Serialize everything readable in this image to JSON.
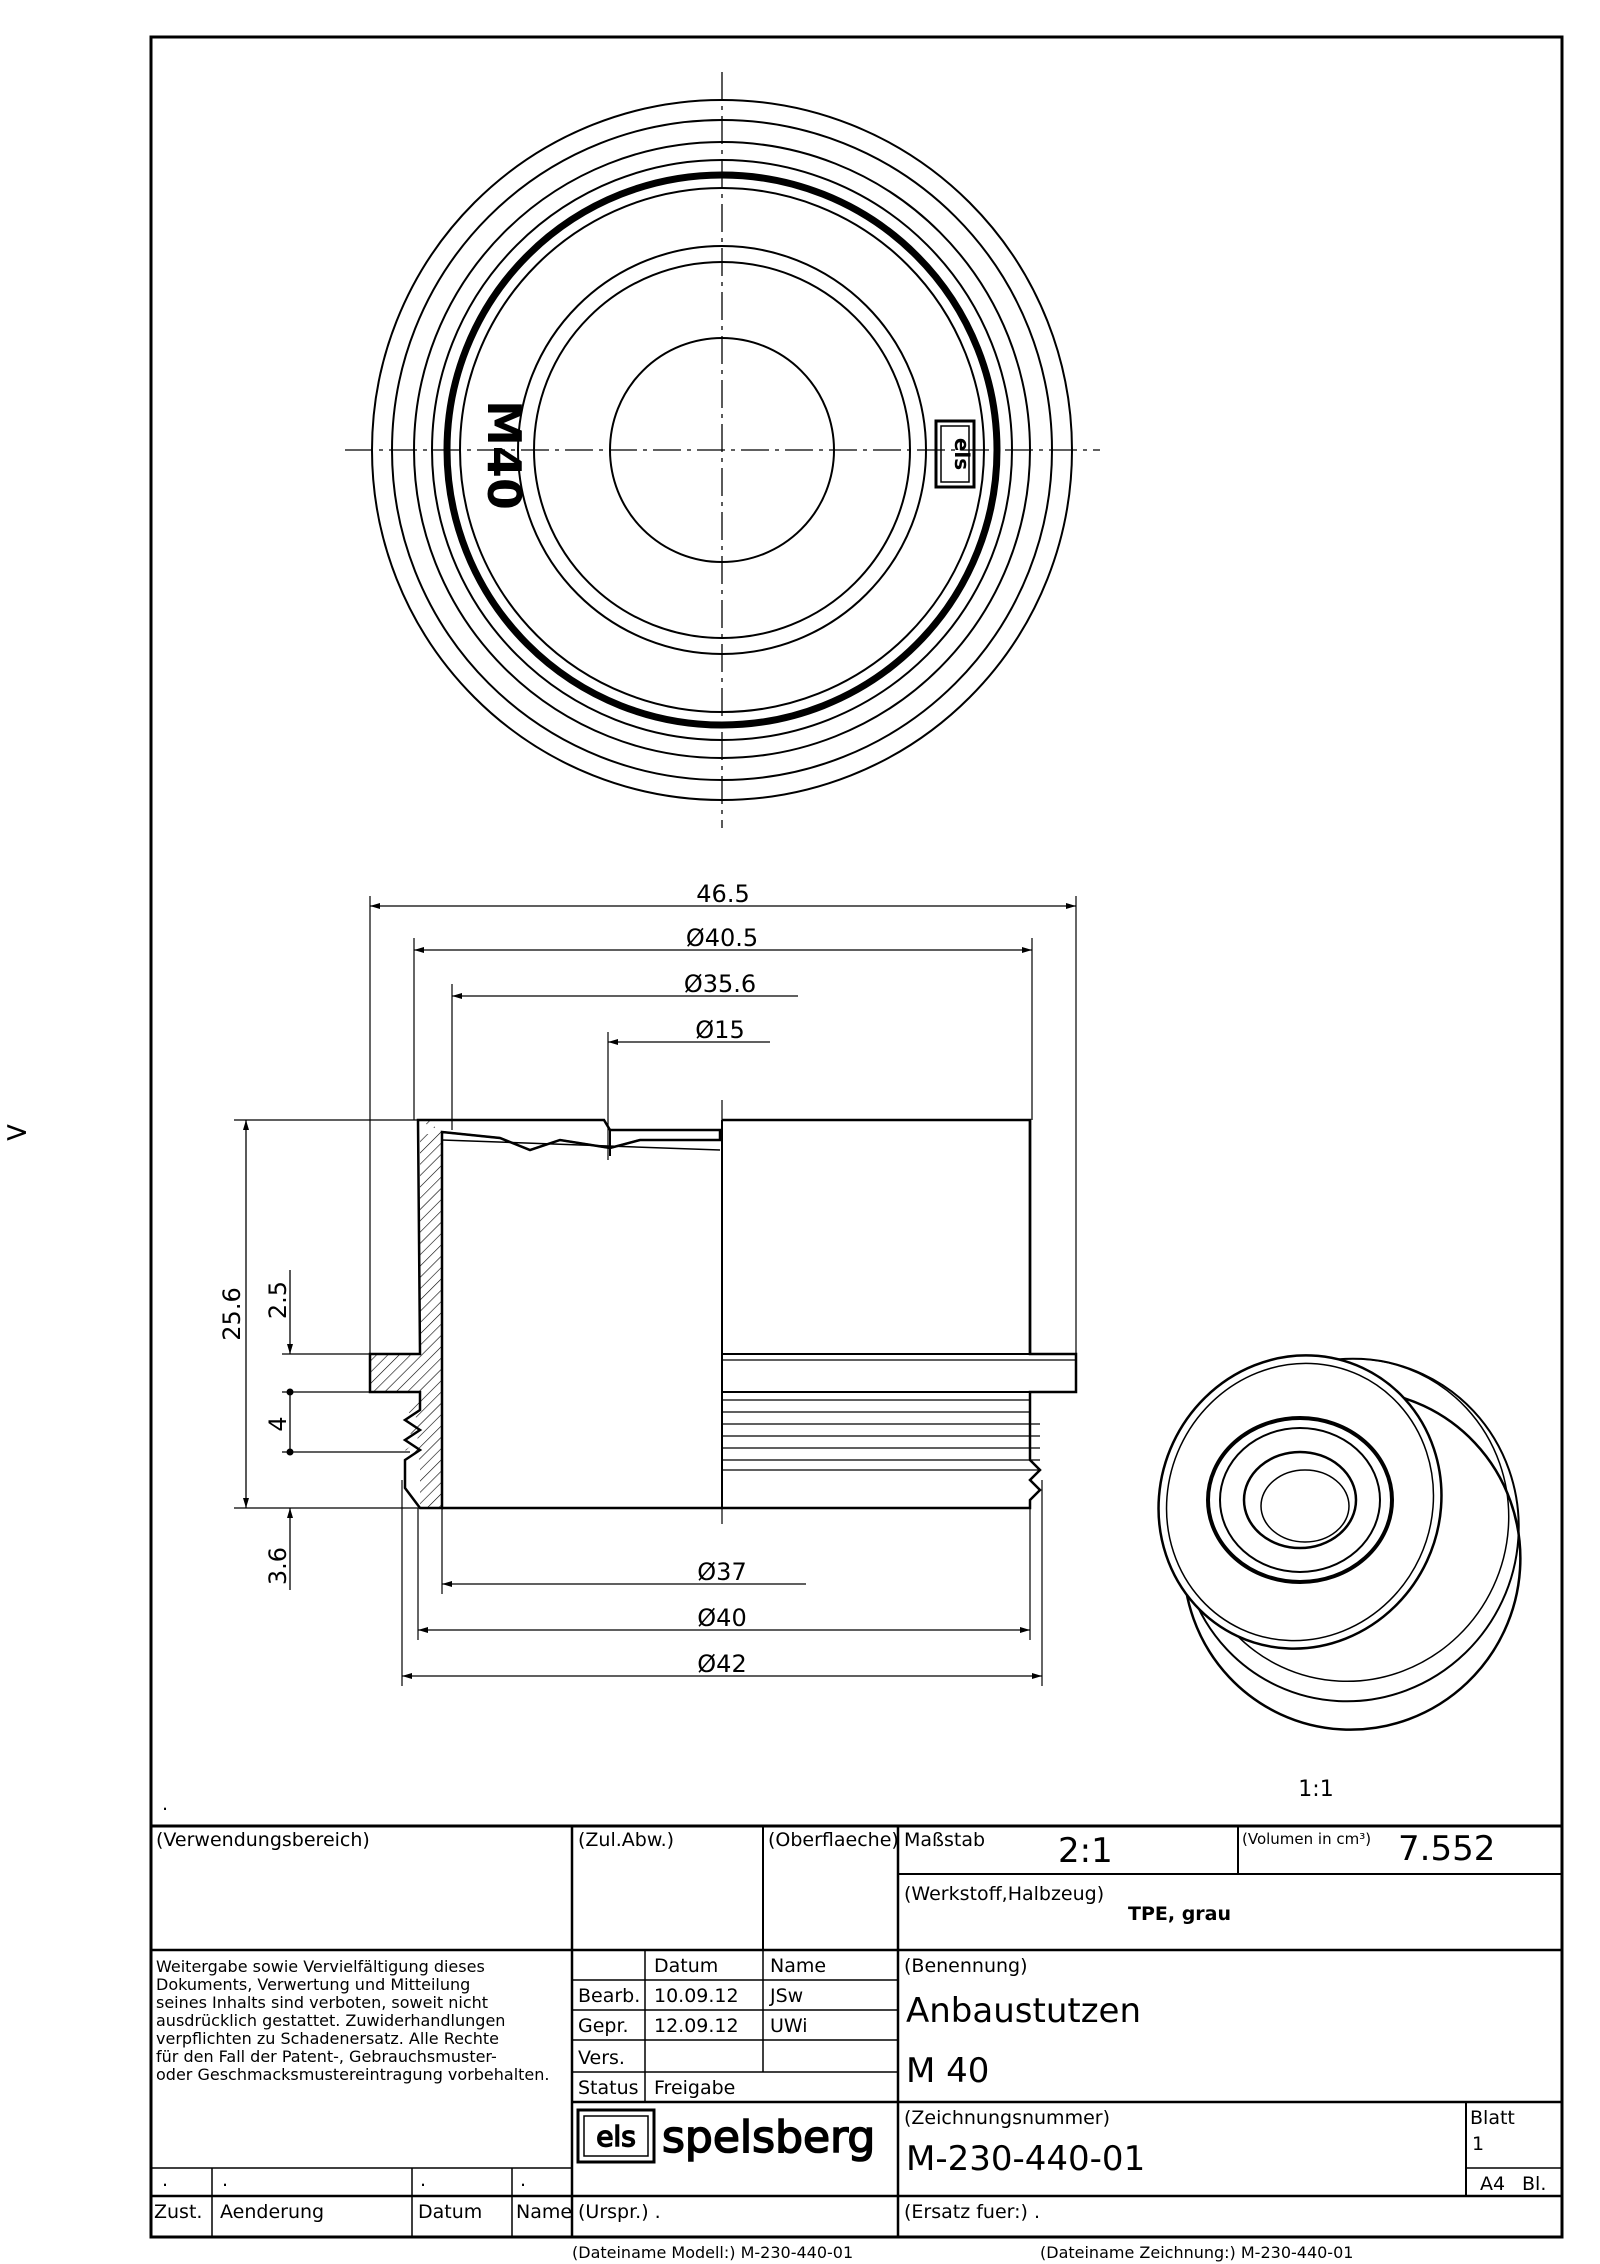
{
  "side_marker": ">",
  "view_top": {
    "label": "M40",
    "logo": "els"
  },
  "dimensions": {
    "overall_width": "46.5",
    "d40_5": "Ø40.5",
    "d35_6": "Ø35.6",
    "d15": "Ø15",
    "height": "25.6",
    "h2_5": "2.5",
    "h4": "4",
    "h3_6": "3.6",
    "d37": "Ø37",
    "d40": "Ø40",
    "d42": "Ø42"
  },
  "iso_view": {
    "scale_label": "1:1"
  },
  "title_block": {
    "dot_marker": ".",
    "verwendungsbereich": "(Verwendungsbereich)",
    "zul_abw": "(Zul.Abw.)",
    "oberflaeche": "(Oberflaeche)",
    "massstab_label": "Maßstab",
    "massstab_value": "2:1",
    "volumen_label": "(Volumen in cm³)",
    "volumen_value": "7.552",
    "werkstoff_label": "(Werkstoff,Halbzeug)",
    "werkstoff_value": "TPE, grau",
    "notice": [
      "Weitergabe sowie Vervielfältigung dieses",
      "Dokuments, Verwertung und Mitteilung",
      "seines Inhalts sind verboten, soweit nicht",
      "ausdrücklich gestattet. Zuwiderhandlungen",
      "verpflichten zu Schadenersatz. Alle Rechte",
      "für den Fall der Patent-, Gebrauchsmuster-",
      "oder Geschmacksmustereintragung vorbehalten."
    ],
    "datum_header": "Datum",
    "name_header": "Name",
    "bearb_label": "Bearb.",
    "bearb_datum": "10.09.12",
    "bearb_name": "JSw",
    "gepr_label": "Gepr.",
    "gepr_datum": "12.09.12",
    "gepr_name": "UWi",
    "vers_label": "Vers.",
    "status_label": "Status",
    "status_value": "Freigabe",
    "benennung_label": "(Benennung)",
    "benennung_line1": "Anbaustutzen",
    "benennung_line2": "M 40",
    "logo_els": "els",
    "logo_spelsberg": "spelsberg",
    "zeichnungsnummer_label": "(Zeichnungsnummer)",
    "zeichnungsnummer": "M-230-440-01",
    "blatt_label": "Blatt",
    "blatt_value": "1",
    "format": "A4",
    "bl_label": "Bl.",
    "rev_dot1": ".",
    "rev_dot2": ".",
    "rev_dot3": ".",
    "rev_dot4": ".",
    "zust": "Zust.",
    "aenderung": "Aenderung",
    "datum_col": "Datum",
    "name_col": "Name",
    "urspr": "(Urspr.) .",
    "ersatz": "(Ersatz fuer:)  .",
    "dateiname_modell": "(Dateiname Modell:) M-230-440-01",
    "dateiname_zeichnung": "(Dateiname Zeichnung:) M-230-440-01"
  }
}
